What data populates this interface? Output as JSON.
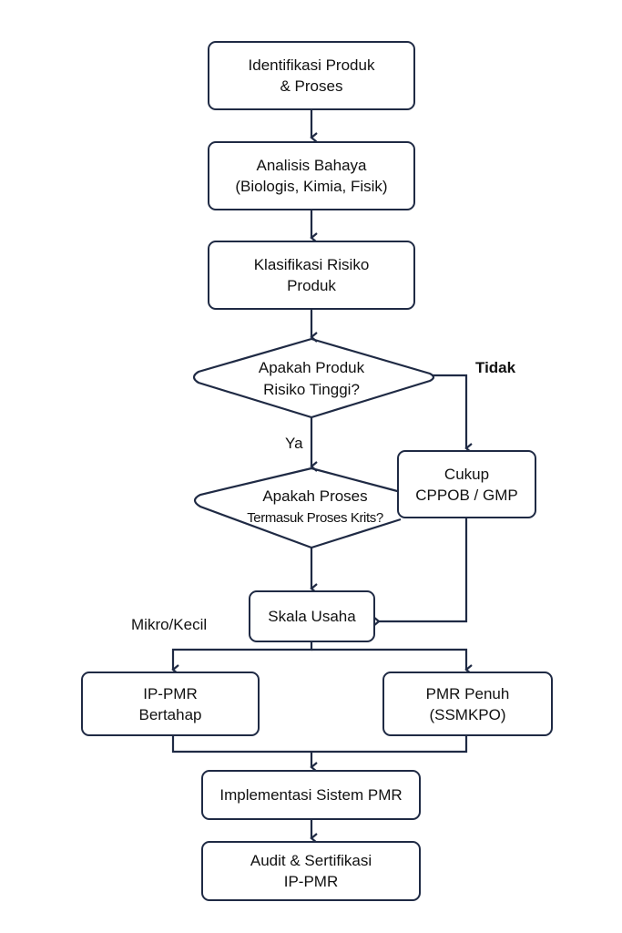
{
  "flowchart": {
    "nodes": {
      "identifikasi": {
        "line1": "Identifikasi Produk",
        "line2": "& Proses"
      },
      "analisis": {
        "line1": "Analisis Bahaya",
        "line2": "(Biologis, Kimia, Fisik)"
      },
      "klasifikasi": {
        "line1": "Klasifikasi Risiko",
        "line2": "Produk"
      },
      "decision_risiko": {
        "line1": "Apakah Produk",
        "line2": "Risiko Tinggi?"
      },
      "decision_proses": {
        "line1": "Apakah Proses",
        "line2": "Termasuk Proses Krits?"
      },
      "cukup": {
        "line1": "Cukup",
        "line2": "CPPOB / GMP"
      },
      "skala": {
        "line1": "Skala Usaha"
      },
      "ip_pmr": {
        "line1": "IP-PMR",
        "line2": "Bertahap"
      },
      "pmr_penuh": {
        "line1": "PMR Penuh",
        "line2": "(SSMKPO)"
      },
      "implementasi": {
        "line1": "Implementasi Sistem PMR"
      },
      "audit": {
        "line1": "Audit & Sertifikasi",
        "line2": "IP-PMR"
      }
    },
    "edge_labels": {
      "tidak": "Tidak",
      "ya": "Ya",
      "mikro_kecil": "Mikro/Kecil"
    },
    "colors": {
      "stroke": "#1f2a44",
      "text": "#111111",
      "background": "#ffffff"
    }
  }
}
